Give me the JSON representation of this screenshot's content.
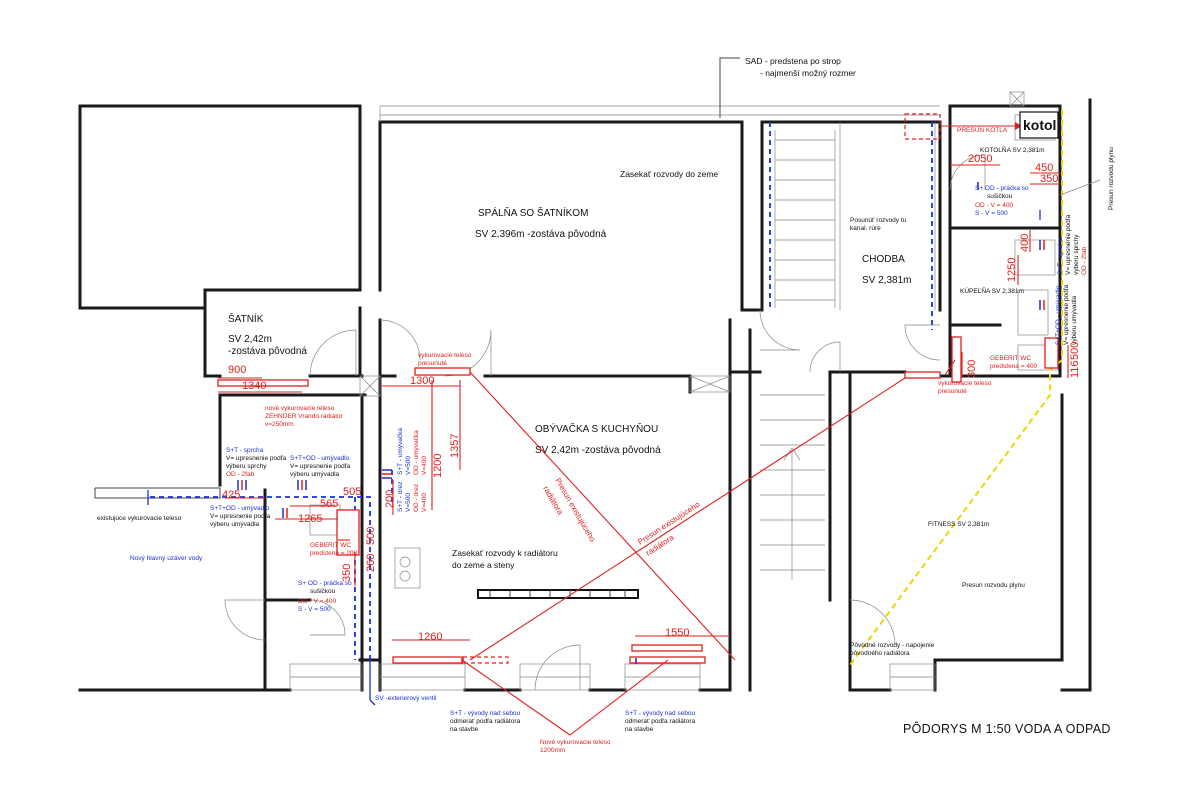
{
  "title": "PÔDORYS M 1:50 VODA A ODPAD",
  "colors": {
    "wall": "#1a1a1a",
    "red": "#e0201d",
    "blue": "#1c2fd6",
    "yellow": "#f0d400"
  },
  "notes": {
    "sad_1": "SAD - predstena po strop",
    "sad_2": "- najmenší možný rozmer",
    "zasekat_zeme": "Zasekať rozvody do zeme",
    "zasekat_radiator_1": "Zasekať rozvody k radiátoru",
    "zasekat_radiator_2": "do zeme a steny",
    "posunut_1": "Posunúť rozvody tu",
    "posunut_2": "kanal. rúre",
    "presun_plynu_v": "Presun rozvodu plynu",
    "presun_plynu_h": "Presun rozvodu plynu",
    "existujuce_teleso": "existujúce vykurovacie teleso",
    "novy_uzaver": "Nový hlavný uzáver vody",
    "ventil": "SV -exterierový ventil",
    "povodne_1": "Pôvodné rozvody - napojenie",
    "povodne_2": "pôvodného radiátora"
  },
  "rooms": {
    "spalna_name": "SPÁLŇA SO ŠATNÍKOM",
    "spalna_sv": "SV 2,396m -zostáva pôvodná",
    "satnik_name": "ŠATNÍK",
    "satnik_sv1": "SV 2,42m",
    "satnik_sv2": "-zostáva pôvodná",
    "obyvacka_name": "OBÝVAČKA S KUCHYŇOU",
    "obyvacka_sv": "SV 2,42m -zostáva pôvodná",
    "chodba_name": "CHODBA",
    "chodba_sv": "SV 2,381m",
    "kotolna": "KOTOLŇA SV 2,381m",
    "kupelna": "KÚPEĽŇA SV 2,381m",
    "fitness": "FITNESS SV 2,381m"
  },
  "red_labels": {
    "presun_kotla": "PRESUN KOTLA",
    "kotol": "kotol",
    "vyk_presunute_top": [
      "vykurovacie teleso",
      "presunuté"
    ],
    "vyk_presunute_right": [
      "vykurovacie teleso",
      "presunuté"
    ],
    "nove_vyk_zehnder": [
      "nové vykurovacie teleso",
      "ZEHNDER Vrando radiátor",
      "v=250mm"
    ],
    "geberit_wc_left": [
      "GEBERIT WC",
      "predstena = 200"
    ],
    "geberit_wc_right": [
      "GEBERIT WC",
      "predstena = 400"
    ],
    "nove_vyk_1200": [
      "Nové vykurovacie teleso",
      "1200mm"
    ],
    "presun_rad_1": [
      "Presun existujúceho",
      "radiátora"
    ],
    "presun_rad_2": [
      "Presun existujúceho",
      "radiátora"
    ]
  },
  "fixtures": {
    "sprcha_left": [
      "S+T - sprcha",
      "V= upresnenie podľa",
      "výberu sprchy",
      "OD - 2fab"
    ],
    "umyvadlo_top": [
      "S+T+OD - umývadlo",
      "V= upresnenie podľa",
      "výberu umývadla"
    ],
    "umyvadlo_mid": [
      "S+T+OD - umývadlo",
      "V= upresnenie podľa",
      "výberu umývadla"
    ],
    "pracka_left": [
      "S+ OD - práčka so",
      "sušičkou",
      "OD - V = 400",
      "S - V = 500"
    ],
    "pracka_right": [
      "S+ OD - práčka so",
      "sušičkou",
      "OD - V = 400",
      "S - V = 500"
    ],
    "sprcha_right": [
      "S+T - sprcha",
      "V= upresnenie podľa",
      "výberu sprchy",
      "OD - 2fab"
    ],
    "umyvadlo_right": [
      "S+T+OD - umývadlo",
      "V= upresnenie podľa",
      "výberu umývadla"
    ],
    "vyvody_1": [
      "S+T - vývody nad sebou",
      "odmerať podľa radiátora",
      "na stavbe"
    ],
    "vyvody_2": [
      "S+T - vývody nad sebou",
      "odmerať podľa radiátora",
      "na stavbe"
    ],
    "kitchen_a": [
      "S+T - umývačka",
      "V=500",
      "OD - umývačka",
      "V=400"
    ],
    "kitchen_b": [
      "S+T - drez",
      "V=500",
      "OD - drez",
      "V=400"
    ]
  },
  "dimensions": {
    "d900": "900",
    "d1340": "1340",
    "d1300": "1300",
    "d1357": "1357",
    "d1200": "1200",
    "d425": "425",
    "d505": "505",
    "d565": "565",
    "d1265": "1265",
    "d200": "200",
    "d500": "500",
    "d260": "260",
    "d350a": "350",
    "d1260": "1260",
    "d1550": "1550",
    "d2050": "2050",
    "d450": "450",
    "d350b": "350",
    "d400a": "400",
    "d1250": "1250",
    "d300": "300",
    "d116": "116",
    "d500b": "500"
  }
}
